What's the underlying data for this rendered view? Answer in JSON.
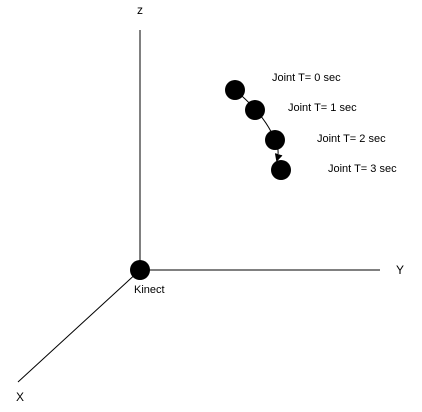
{
  "axes": {
    "z_label": "z",
    "y_label": "Y",
    "x_label": "X"
  },
  "origin": {
    "label": "Kinect"
  },
  "joints": [
    {
      "label": "Joint T= 0 sec"
    },
    {
      "label": "Joint T= 1 sec"
    },
    {
      "label": "Joint T= 2 sec"
    },
    {
      "label": "Joint T= 3 sec"
    }
  ],
  "colors": {
    "line": "#000000",
    "dot": "#000000",
    "background": "#ffffff"
  }
}
